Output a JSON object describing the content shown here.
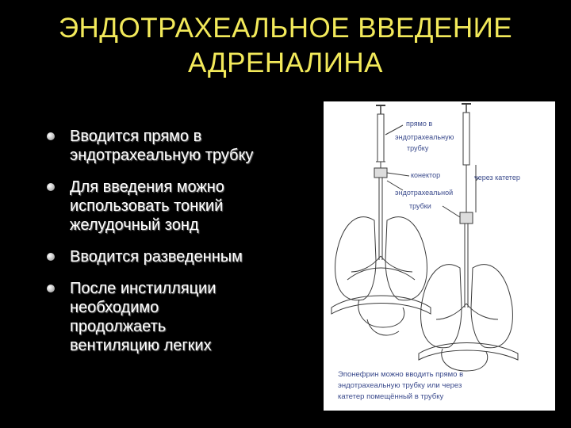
{
  "slide": {
    "title_line1": "ЭНДОТРАХЕАЛЬНОЕ ВВЕДЕНИЕ",
    "title_line2": "АДРЕНАЛИНА",
    "bullets": [
      {
        "lines": [
          "Вводится прямо в",
          "эндотрахеальную трубку"
        ]
      },
      {
        "lines": [
          "Для введения можно",
          "использовать  тонкий",
          "желудочный зонд"
        ]
      },
      {
        "lines": [
          "Вводится разведенным"
        ]
      },
      {
        "lines": [
          "После инстилляции",
          "необходимо",
          "продолжаеть",
          "вентиляцию легких"
        ]
      }
    ],
    "title_color": "#f2e95a",
    "text_color": "#ffffff",
    "background_color": "#000000"
  },
  "illustration": {
    "labels": {
      "direct_1": "прямо в",
      "direct_2": "эндотрахеальную",
      "direct_3": "трубку",
      "connector": "конектор",
      "tube_1": "эндотрахеальной",
      "tube_2": "трубки",
      "catheter": "через катетер"
    },
    "caption_lines": [
      "Эпонефрин можно вводить прямо в",
      "эндотрахеальную трубку или через",
      "катетер помещённый в трубку"
    ],
    "label_color": "#3a4a8c"
  }
}
